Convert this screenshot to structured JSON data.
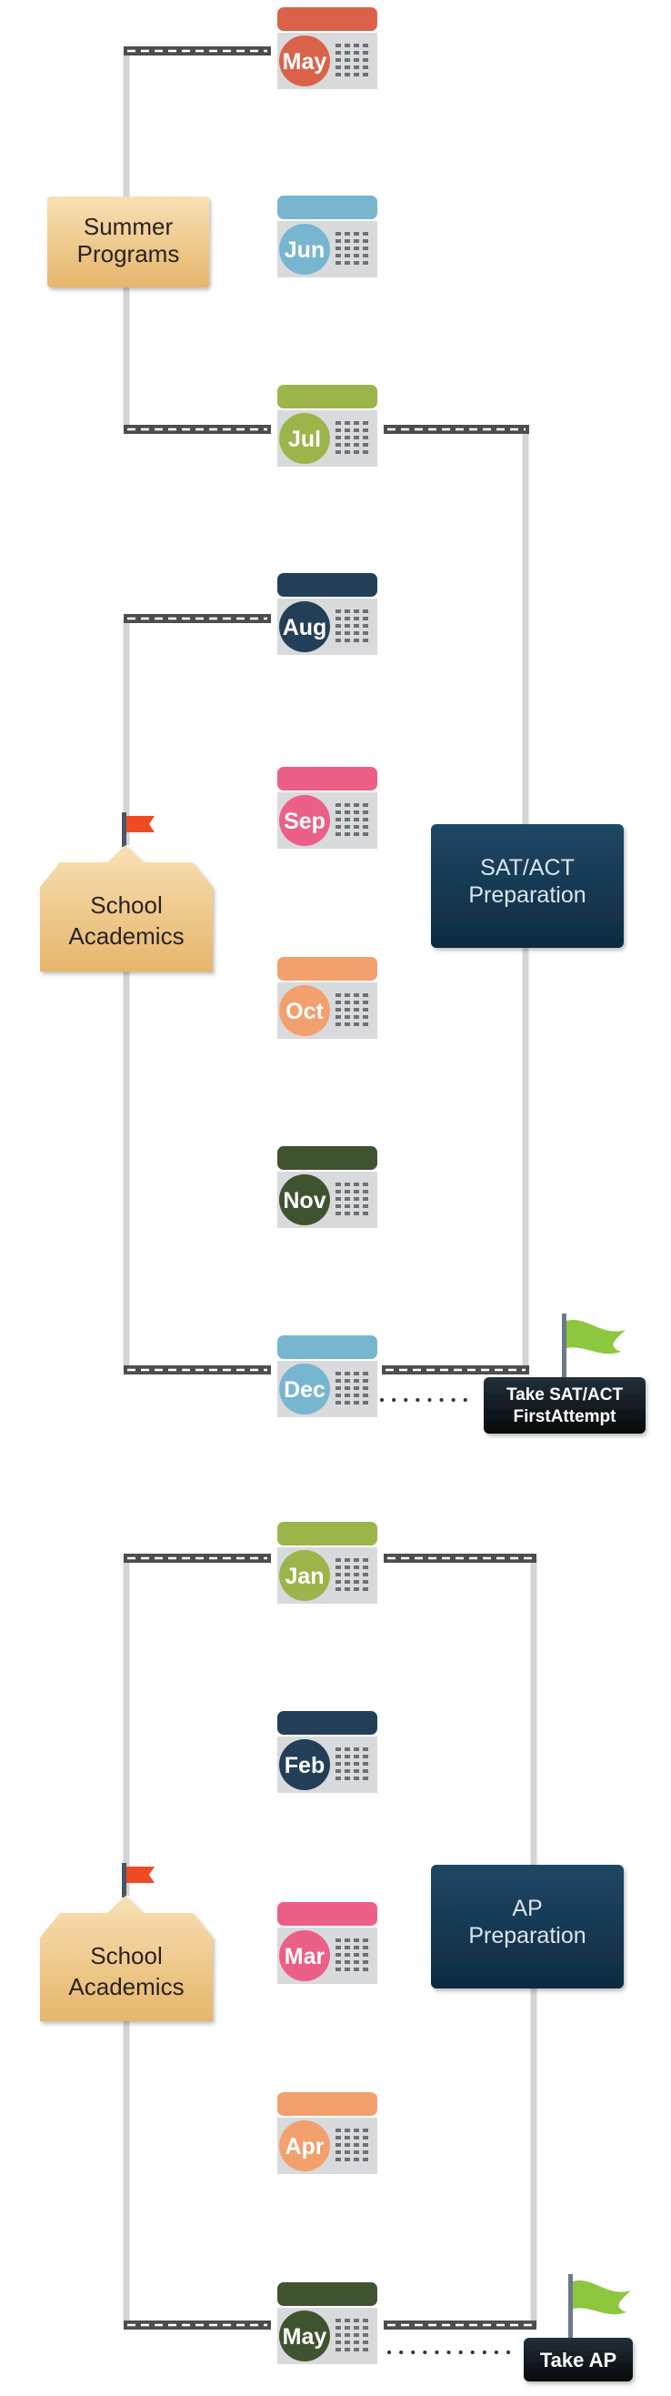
{
  "months": [
    {
      "label": "May",
      "color": "#d9634a"
    },
    {
      "label": "Jun",
      "color": "#78b6d0"
    },
    {
      "label": "Jul",
      "color": "#9cb54a"
    },
    {
      "label": "Aug",
      "color": "#223f57"
    },
    {
      "label": "Sep",
      "color": "#ec5f86"
    },
    {
      "label": "Oct",
      "color": "#f2a06e"
    },
    {
      "label": "Nov",
      "color": "#3f5330"
    },
    {
      "label": "Dec",
      "color": "#78b6d0"
    },
    {
      "label": "Jan",
      "color": "#9cb54a"
    },
    {
      "label": "Feb",
      "color": "#223f57"
    },
    {
      "label": "Mar",
      "color": "#ec5f86"
    },
    {
      "label": "Apr",
      "color": "#f2a06e"
    },
    {
      "label": "May",
      "color": "#3f5330"
    }
  ],
  "summer_programs": {
    "line1": "Summer",
    "line2": "Programs"
  },
  "school_academics_1": {
    "line1": "School",
    "line2": "Academics"
  },
  "school_academics_2": {
    "line1": "School",
    "line2": "Academics"
  },
  "sat_prep": {
    "line1": "SAT/ACT",
    "line2": "Preparation"
  },
  "ap_prep": {
    "line1": "AP",
    "line2": "Preparation"
  },
  "sat_milestone": {
    "line1": "Take SAT/ACT",
    "line2": "FirstAttempt"
  },
  "ap_milestone": {
    "line1": "Take AP"
  },
  "colors": {
    "tan": "#efc98a",
    "tan_dark": "#d9aa5e",
    "navy": "#153650",
    "connector": "#d4d4d4",
    "track": "#4d4d4d",
    "flag_red": "#ef4b22",
    "flag_green": "#8dc63f",
    "calendar_body": "#d9dadc"
  }
}
